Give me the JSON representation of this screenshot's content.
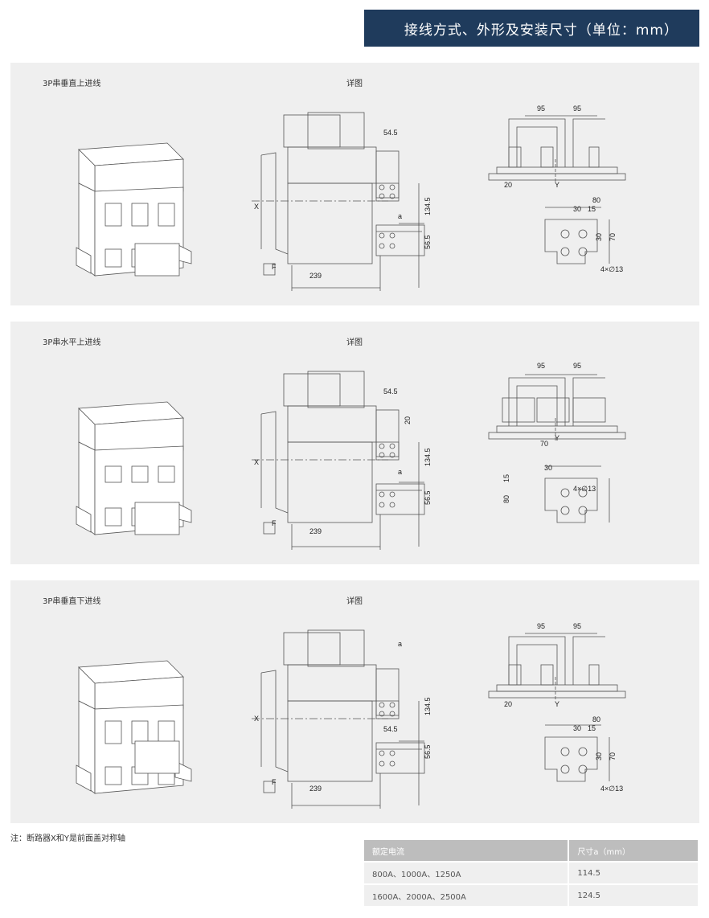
{
  "header": {
    "title": "接线方式、外形及安装尺寸（单位：mm）"
  },
  "panels": [
    {
      "title": "3P串垂直上进线",
      "detail": "详图",
      "labels": [
        "54.5",
        "a",
        "134.5",
        "56.5",
        "239",
        "X",
        "F",
        "95",
        "95",
        "20",
        "Y",
        "80",
        "30",
        "15",
        "30",
        "70",
        "4×∅13"
      ]
    },
    {
      "title": "3P串水平上进线",
      "detail": "详图",
      "labels": [
        "54.5",
        "20",
        "a",
        "134.5",
        "56.5",
        "239",
        "X",
        "F",
        "95",
        "95",
        "Y",
        "70",
        "30",
        "15",
        "80",
        "4×∅13"
      ]
    },
    {
      "title": "3P串垂直下进线",
      "detail": "详图",
      "labels": [
        "a",
        "54.5",
        "134.5",
        "56.5",
        "239",
        "X",
        "F",
        "95",
        "95",
        "20",
        "Y",
        "80",
        "30",
        "15",
        "30",
        "70",
        "4×∅13"
      ]
    }
  ],
  "note": "注：断路器X和Y是前面盖对称轴",
  "table": {
    "headers": [
      "额定电流",
      "尺寸a（mm）"
    ],
    "rows": [
      [
        "800A、1000A、1250A",
        "114.5"
      ],
      [
        "1600A、2000A、2500A",
        "124.5"
      ]
    ]
  }
}
